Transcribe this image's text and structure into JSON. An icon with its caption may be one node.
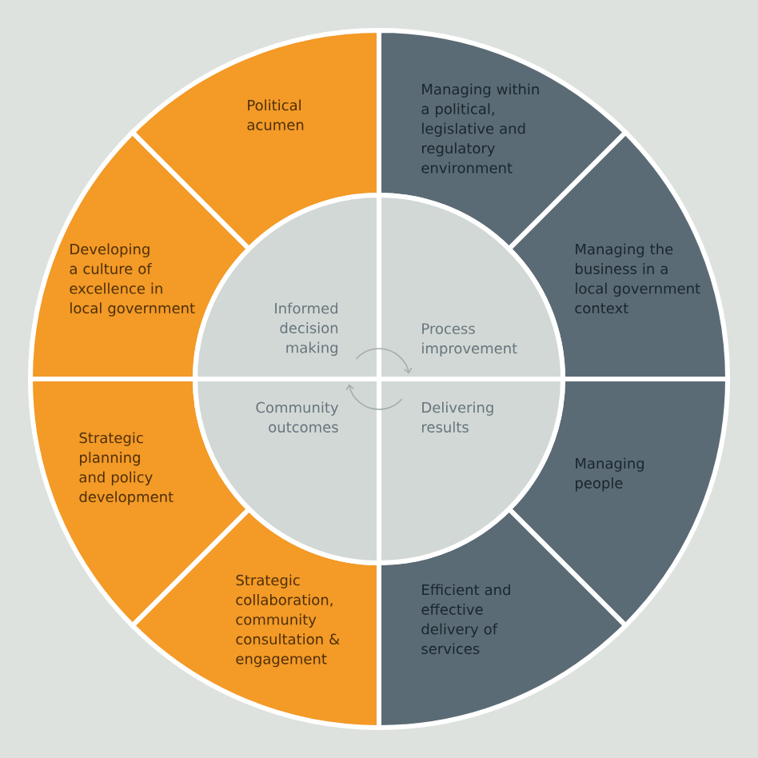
{
  "diagram": {
    "nodes": [
      {
        "text": [
          "Political acumen"
        ]
      },
      {
        "text": [
          "Managing within a political, legislative and regulatory environment"
        ]
      },
      {
        "text": [
          "Managing the business in a local government context"
        ]
      },
      {
        "text": [
          "Managing people"
        ]
      },
      {
        "text": [
          "Efficient and effective delivery of services"
        ]
      },
      {
        "text": [
          "Strategic collaboration, community consultation & engagement"
        ]
      },
      {
        "text": [
          "Strategic planning and policy development"
        ]
      },
      {
        "text": [
          "Developing a culture of excellence in local government"
        ]
      },
      {
        "text": [
          "Informed decision making"
        ]
      },
      {
        "text": [
          "Process improvement"
        ]
      },
      {
        "text": [
          "Community outcomes"
        ]
      },
      {
        "text": [
          "Delivering results"
        ]
      }
    ],
    "edges": [
      {
        "from": 8,
        "to": 9,
        "arrow": "to"
      },
      {
        "from": 11,
        "to": 10,
        "arrow": "to"
      }
    ]
  }
}
